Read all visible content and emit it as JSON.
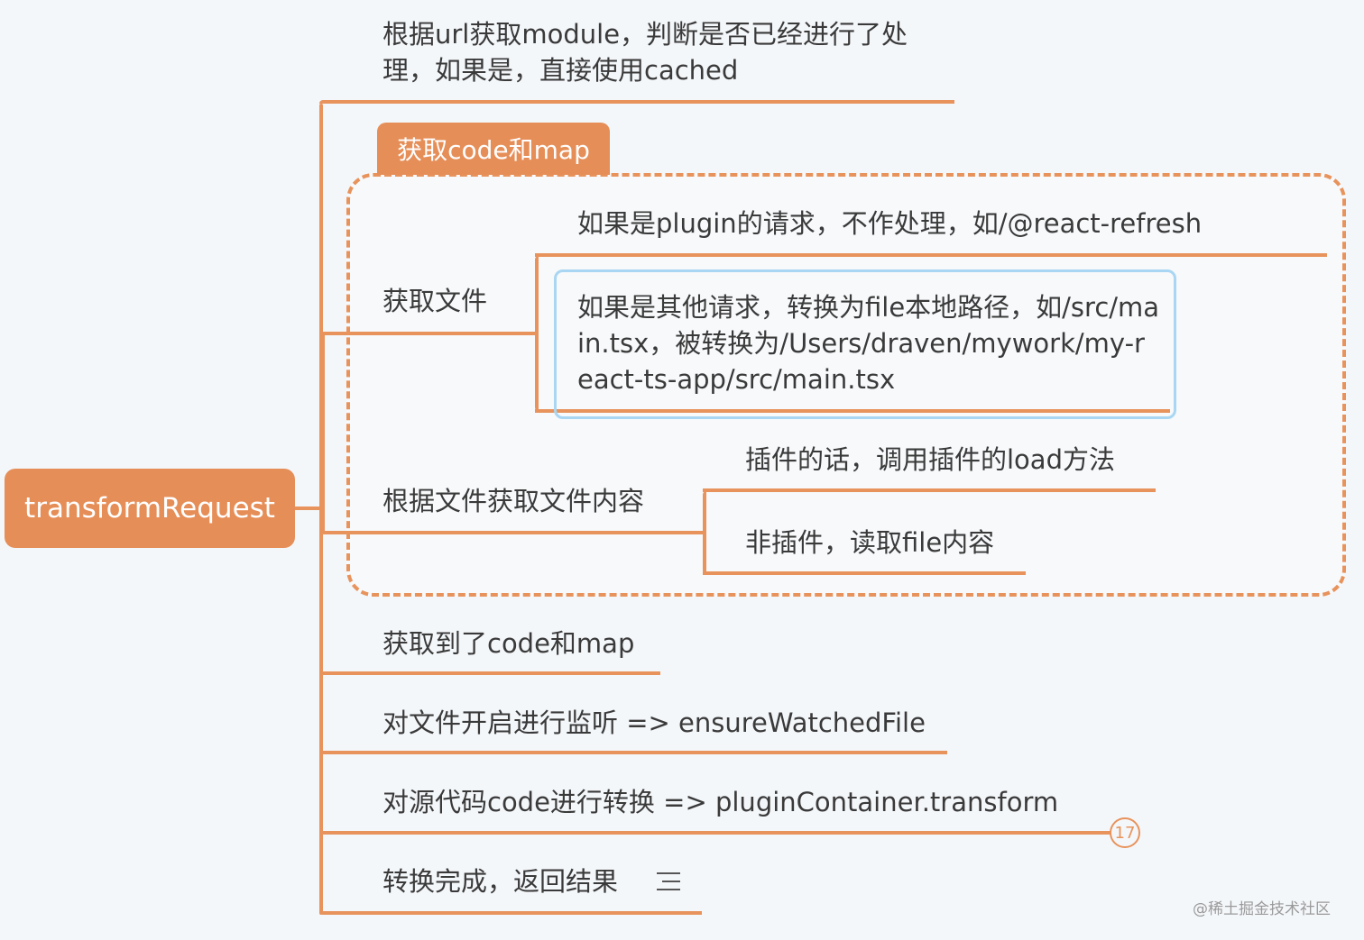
{
  "root": {
    "label": "transformRequest"
  },
  "branches": {
    "cached": "根据url获取module，判断是否已经进行了处理，如果是，直接使用cached",
    "group_tab": "获取code和map",
    "get_file": "获取文件",
    "plugin_request": "如果是plugin的请求，不作处理，如/@react-refresh",
    "other_request": "如果是其他请求，转换为file本地路径，如/src/main.tsx，被转换为/Users/draven/mywork/my-react-ts-app/src/main.tsx",
    "get_content": "根据文件获取文件内容",
    "plugin_load": "插件的话，调用插件的load方法",
    "non_plugin": "非插件，读取file内容",
    "got_code": "获取到了code和map",
    "watch": "对文件开启进行监听 => ensureWatchedFile",
    "transform": "对源代码code进行转换 => pluginContainer.transform",
    "transform_badge": "17",
    "done": "转换完成，返回结果"
  },
  "watermark": "@稀土掘金技术社区",
  "colors": {
    "accent": "#e68e58",
    "selection": "#a9d6f2",
    "background": "#f4f7fa"
  },
  "icons": {
    "note": "note-lines-icon"
  }
}
